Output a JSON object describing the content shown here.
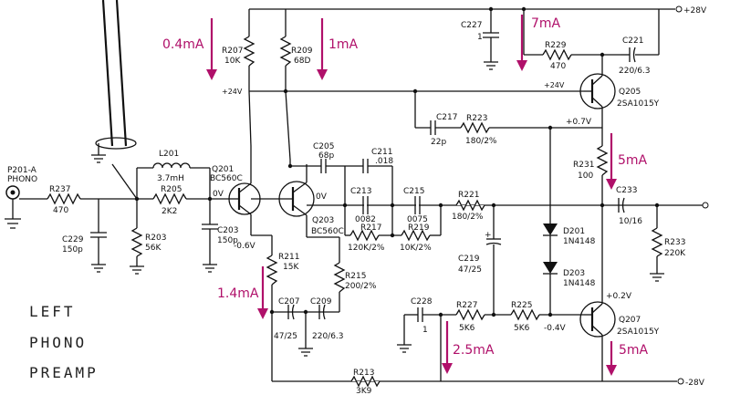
{
  "title": [
    "LEFT",
    "PHONO",
    "PREAMP"
  ],
  "rails": {
    "pos28": "+28V",
    "neg28": "-28V",
    "pos24_left": "+24V",
    "pos24_right": "+24V"
  },
  "connector": {
    "name": "P201-A",
    "sub": "PHONO"
  },
  "components": {
    "R237": {
      "ref": "R237",
      "val": "470"
    },
    "C229": {
      "ref": "C229",
      "val": "150p"
    },
    "L201": {
      "ref": "L201",
      "val": "3.7mH"
    },
    "R205": {
      "ref": "R205",
      "val": "2K2"
    },
    "R203": {
      "ref": "R203",
      "val": "56K"
    },
    "Q201": {
      "ref": "Q201",
      "val": "BC560C"
    },
    "C203": {
      "ref": "C203",
      "val": "150p"
    },
    "R207": {
      "ref": "R207",
      "val": "10K"
    },
    "R209": {
      "ref": "R209",
      "val": "68D"
    },
    "C205": {
      "ref": "C205",
      "val": "68p"
    },
    "C211": {
      "ref": "C211",
      "val": ".018"
    },
    "Q203": {
      "ref": "Q203",
      "val": "BC560C"
    },
    "C213": {
      "ref": "C213",
      "val": "0082"
    },
    "C215": {
      "ref": "C215",
      "val": "0075"
    },
    "R217": {
      "ref": "R217",
      "val": "120K/2%"
    },
    "R219": {
      "ref": "R219",
      "val": "10K/2%"
    },
    "R221": {
      "ref": "R221",
      "val": "180/2%"
    },
    "R211": {
      "ref": "R211",
      "val": "15K"
    },
    "R215": {
      "ref": "R215",
      "val": "200/2%"
    },
    "C207": {
      "ref": "C207",
      "val": "47/25"
    },
    "C209": {
      "ref": "C209",
      "val": "220/6.3"
    },
    "R213": {
      "ref": "R213",
      "val": "3K9"
    },
    "C217": {
      "ref": "C217",
      "val": "22p"
    },
    "R223": {
      "ref": "R223",
      "val": "180/2%"
    },
    "C227": {
      "ref": "C227",
      "val": "1"
    },
    "R229": {
      "ref": "R229",
      "val": "470"
    },
    "C221": {
      "ref": "C221",
      "val": "220/6.3"
    },
    "Q205": {
      "ref": "Q205",
      "val": "2SA1015Y"
    },
    "R231": {
      "ref": "R231",
      "val": "100"
    },
    "C233": {
      "ref": "C233",
      "val": "10/16"
    },
    "R233": {
      "ref": "R233",
      "val": "220K"
    },
    "C219": {
      "ref": "C219",
      "val": "47/25"
    },
    "D201": {
      "ref": "D201",
      "val": "1N4148"
    },
    "D203": {
      "ref": "D203",
      "val": "1N4148"
    },
    "C228": {
      "ref": "C228",
      "val": "1"
    },
    "R227": {
      "ref": "R227",
      "val": "5K6"
    },
    "R225": {
      "ref": "R225",
      "val": "5K6"
    },
    "Q207": {
      "ref": "Q207",
      "val": "2SA1015Y"
    }
  },
  "voltages": {
    "v0_q201": "0V",
    "v0_q203": "0V",
    "vneg06": "-0.6V",
    "vpos07": "+0.7V",
    "vpos02": "+0.2V",
    "vneg04": "-0.4V"
  },
  "currents": {
    "i1": "0.4mA",
    "i2": "1mA",
    "i3": "7mA",
    "i4": "5mA",
    "i5": "1.4mA",
    "i6": "2.5mA",
    "i7": "5mA"
  },
  "colors": {
    "annotation": "#b0106a",
    "ink": "#111111"
  }
}
